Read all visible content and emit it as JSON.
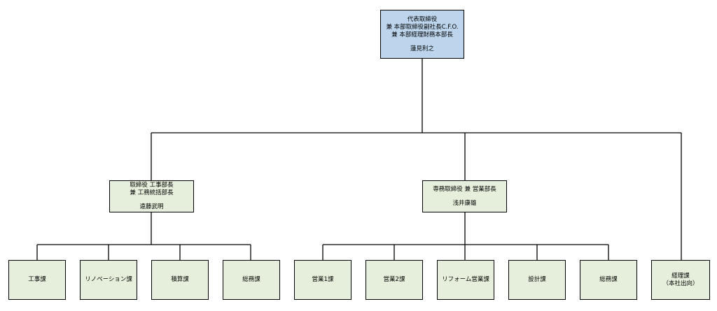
{
  "top": {
    "title_lines": [
      "代表取締役",
      "兼 本部取締役副社長C.F.O.",
      "兼 本部経理財務本部長"
    ],
    "name": "蓮見利之"
  },
  "left_exec": {
    "title_lines": [
      "取締役 工事部長",
      "兼 工務統括部長"
    ],
    "name": "遠藤武明"
  },
  "right_exec": {
    "title_lines": [
      "専務取締役 兼 営業部長"
    ],
    "name": "浅井康雄"
  },
  "left_units": [
    "工事課",
    "リノベーション課",
    "積算課",
    "総務課"
  ],
  "right_units": [
    "営業1課",
    "営業2課",
    "リフォーム営業課",
    "設計課",
    "総務課"
  ],
  "direct_unit": [
    "経理課",
    "（本社出向）"
  ],
  "colors": {
    "top_fill": "#bcd4ec",
    "node_fill": "#e6efdb",
    "line": "#000000"
  }
}
